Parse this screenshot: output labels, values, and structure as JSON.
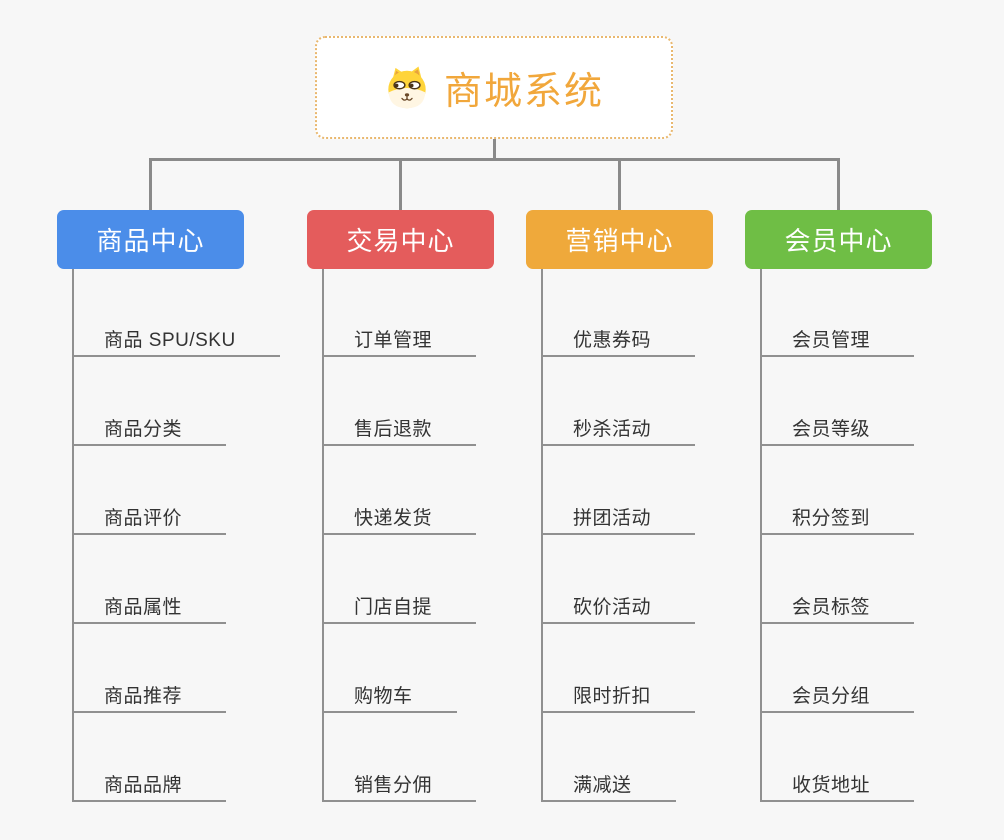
{
  "root": {
    "label": "商城系统",
    "text_color": "#F1A73B",
    "border_color": "#E9B86F",
    "icon": "dog-face-icon"
  },
  "colors": {
    "background": "#F7F7F7",
    "connector": "#8A8A8A",
    "child_text": "#333333"
  },
  "branches": [
    {
      "label": "商品中心",
      "color": "#4B8DE9",
      "children": [
        "商品 SPU/SKU",
        "商品分类",
        "商品评价",
        "商品属性",
        "商品推荐",
        "商品品牌"
      ]
    },
    {
      "label": "交易中心",
      "color": "#E45C5C",
      "children": [
        "订单管理",
        "售后退款",
        "快递发货",
        "门店自提",
        "购物车",
        "销售分佣"
      ]
    },
    {
      "label": "营销中心",
      "color": "#EFA93B",
      "children": [
        "优惠券码",
        "秒杀活动",
        "拼团活动",
        "砍价活动",
        "限时折扣",
        "满减送"
      ]
    },
    {
      "label": "会员中心",
      "color": "#6FBE45",
      "children": [
        "会员管理",
        "会员等级",
        "积分签到",
        "会员标签",
        "会员分组",
        "收货地址"
      ]
    }
  ]
}
